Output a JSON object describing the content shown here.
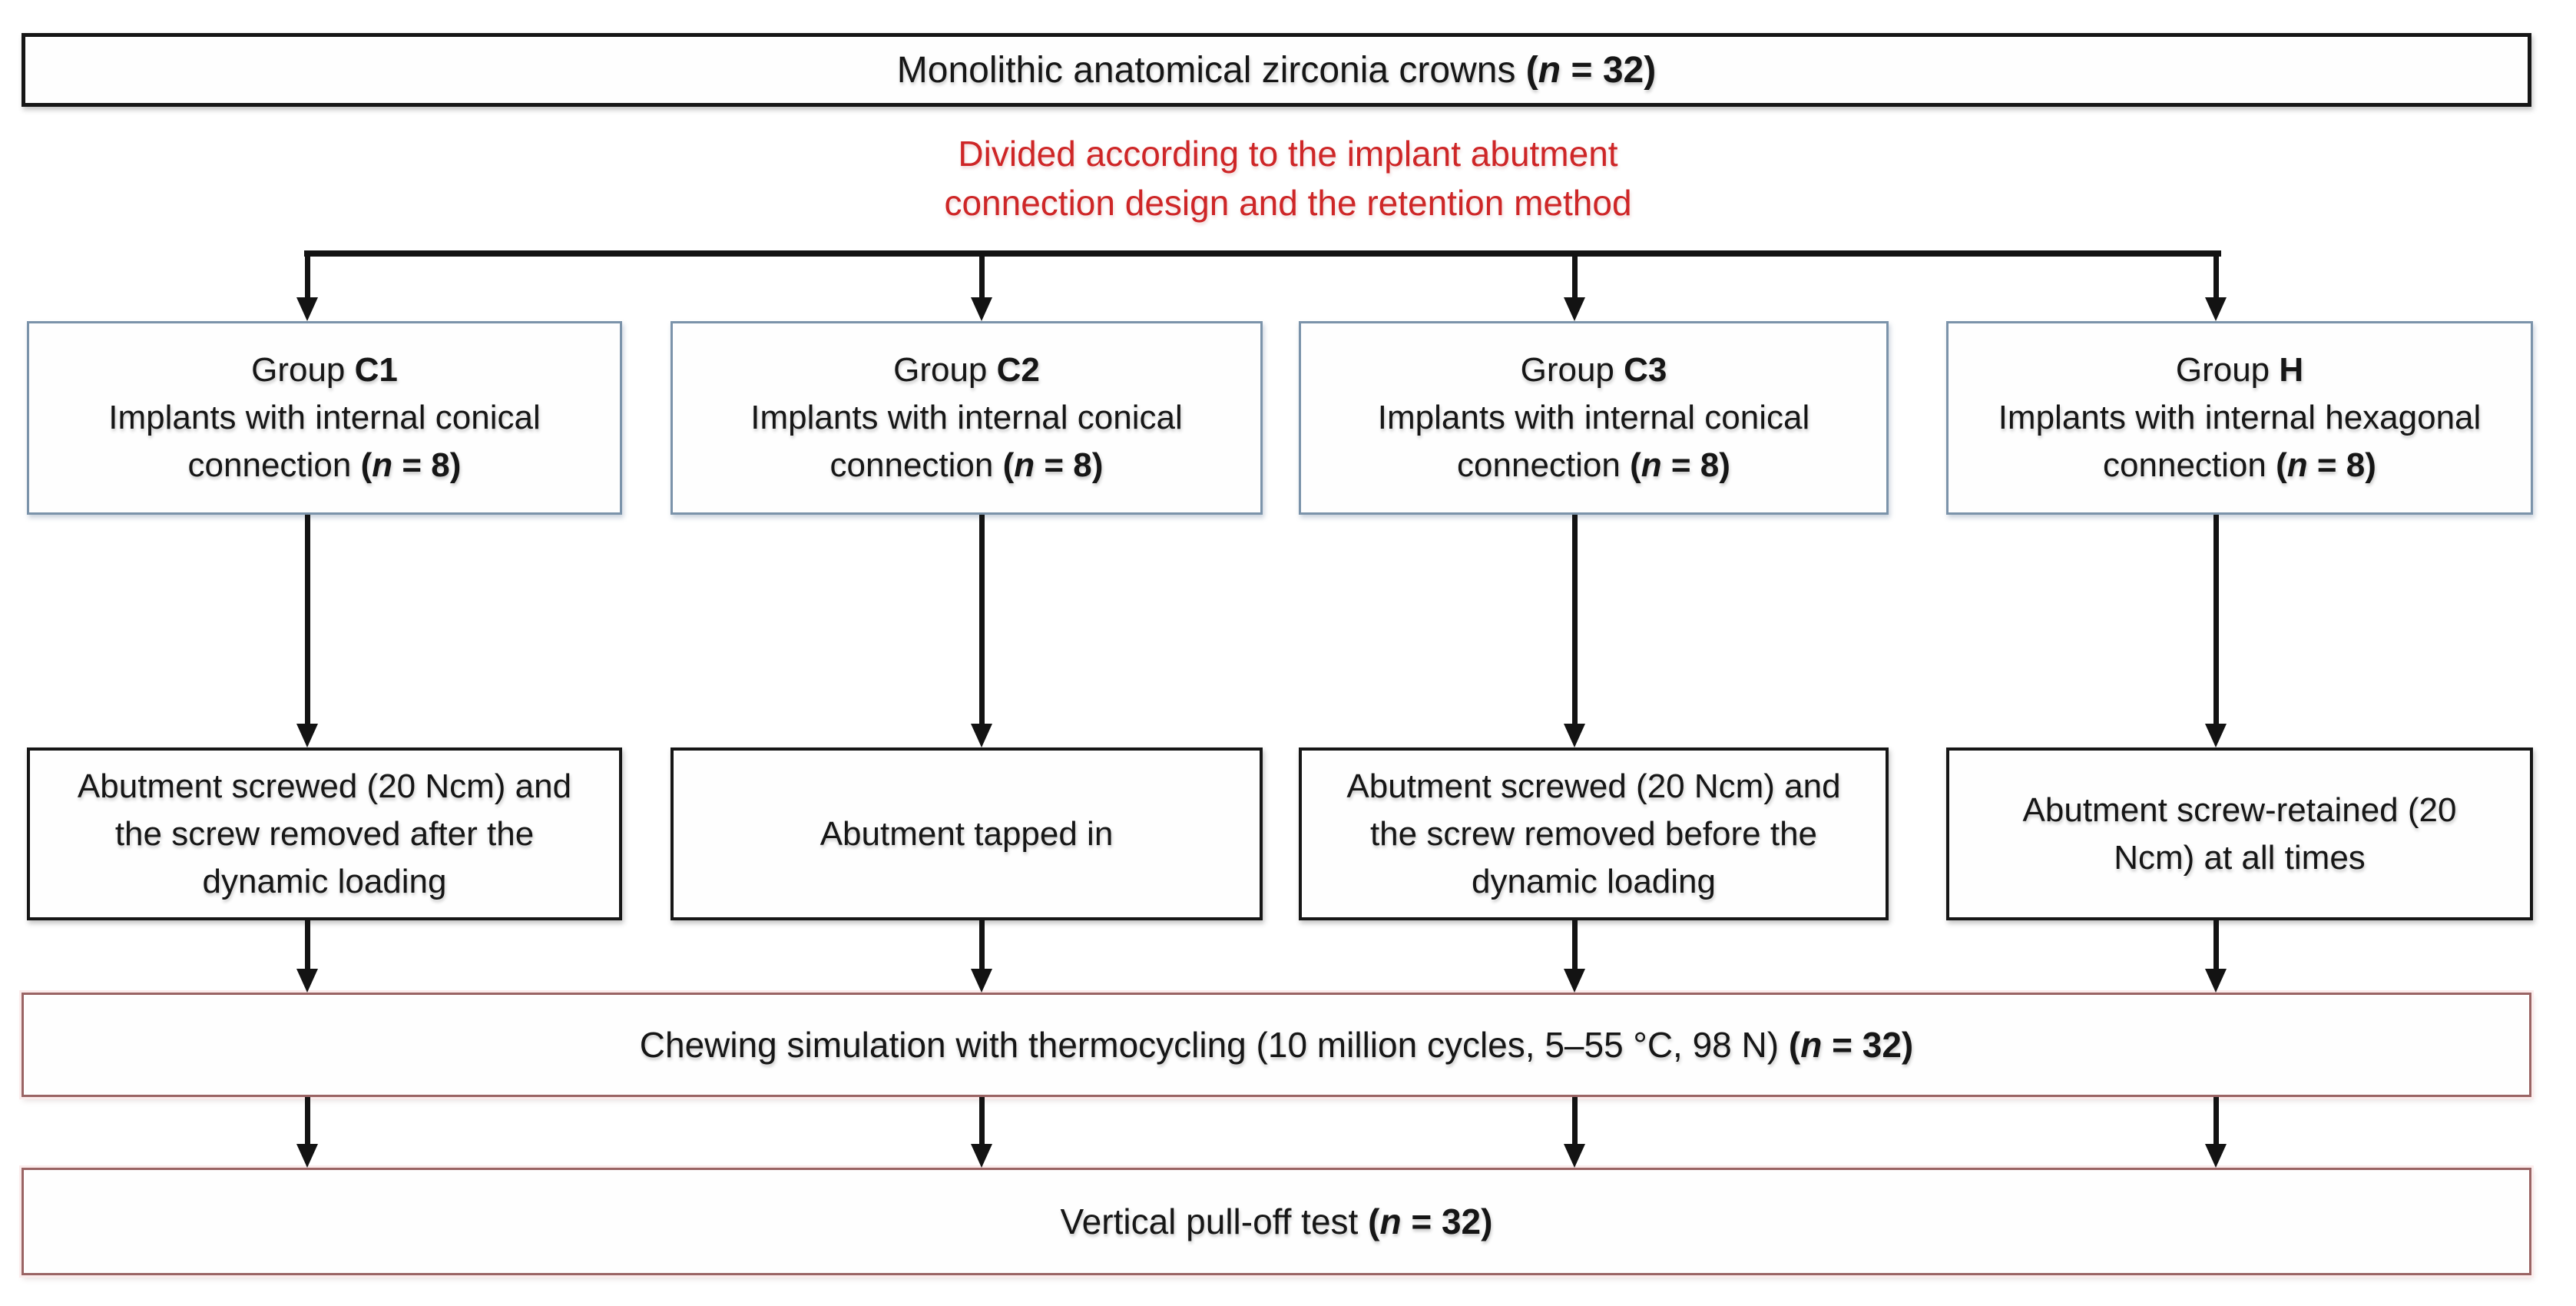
{
  "colors": {
    "note_red_text": "#ce2627",
    "group_box_border_blue": "#7b93aa",
    "wide_box_border_red": "#9a6464",
    "procedure_box_border_black": "#161616",
    "arrow_black": "#131313"
  },
  "title": {
    "text": "Monolithic anatomical zirconia crowns ",
    "open": "(",
    "n": "n",
    "close": " = 32)"
  },
  "note": {
    "line1": "Divided according to the implant abutment",
    "line2": "connection design and the retention method"
  },
  "groups": [
    {
      "label": "Group ",
      "code": "C1",
      "line2": "Implants with internal conical",
      "line3_text": "connection ",
      "open": "(",
      "n": "n",
      "close": " = 8)"
    },
    {
      "label": "Group ",
      "code": "C2",
      "line2": "Implants with internal conical",
      "line3_text": "connection ",
      "open": "(",
      "n": "n",
      "close": " = 8)"
    },
    {
      "label": "Group ",
      "code": "C3",
      "line2": "Implants with internal conical",
      "line3_text": "connection ",
      "open": "(",
      "n": "n",
      "close": " = 8)"
    },
    {
      "label": "Group ",
      "code": "H",
      "line2": "Implants with internal hexagonal",
      "line3_text": "connection ",
      "open": "(",
      "n": "n",
      "close": " = 8)"
    }
  ],
  "procedures": [
    {
      "lines": [
        "Abutment screwed (20 Ncm) and",
        "the screw removed after the",
        "dynamic loading"
      ]
    },
    {
      "lines": [
        "Abutment tapped in"
      ]
    },
    {
      "lines": [
        "Abutment screwed (20 Ncm) and",
        "the screw removed before the",
        "dynamic loading"
      ]
    },
    {
      "lines": [
        "Abutment screw-retained (20",
        "Ncm) at all times"
      ]
    }
  ],
  "chewing": {
    "text": "Chewing simulation with thermocycling (10 million cycles, 5–55 °C, 98 N) ",
    "open": "(",
    "n": "n",
    "close": " = 32)"
  },
  "pulloff": {
    "text": "Vertical pull-off test ",
    "open": "(",
    "n": "n",
    "close": " = 32)"
  }
}
